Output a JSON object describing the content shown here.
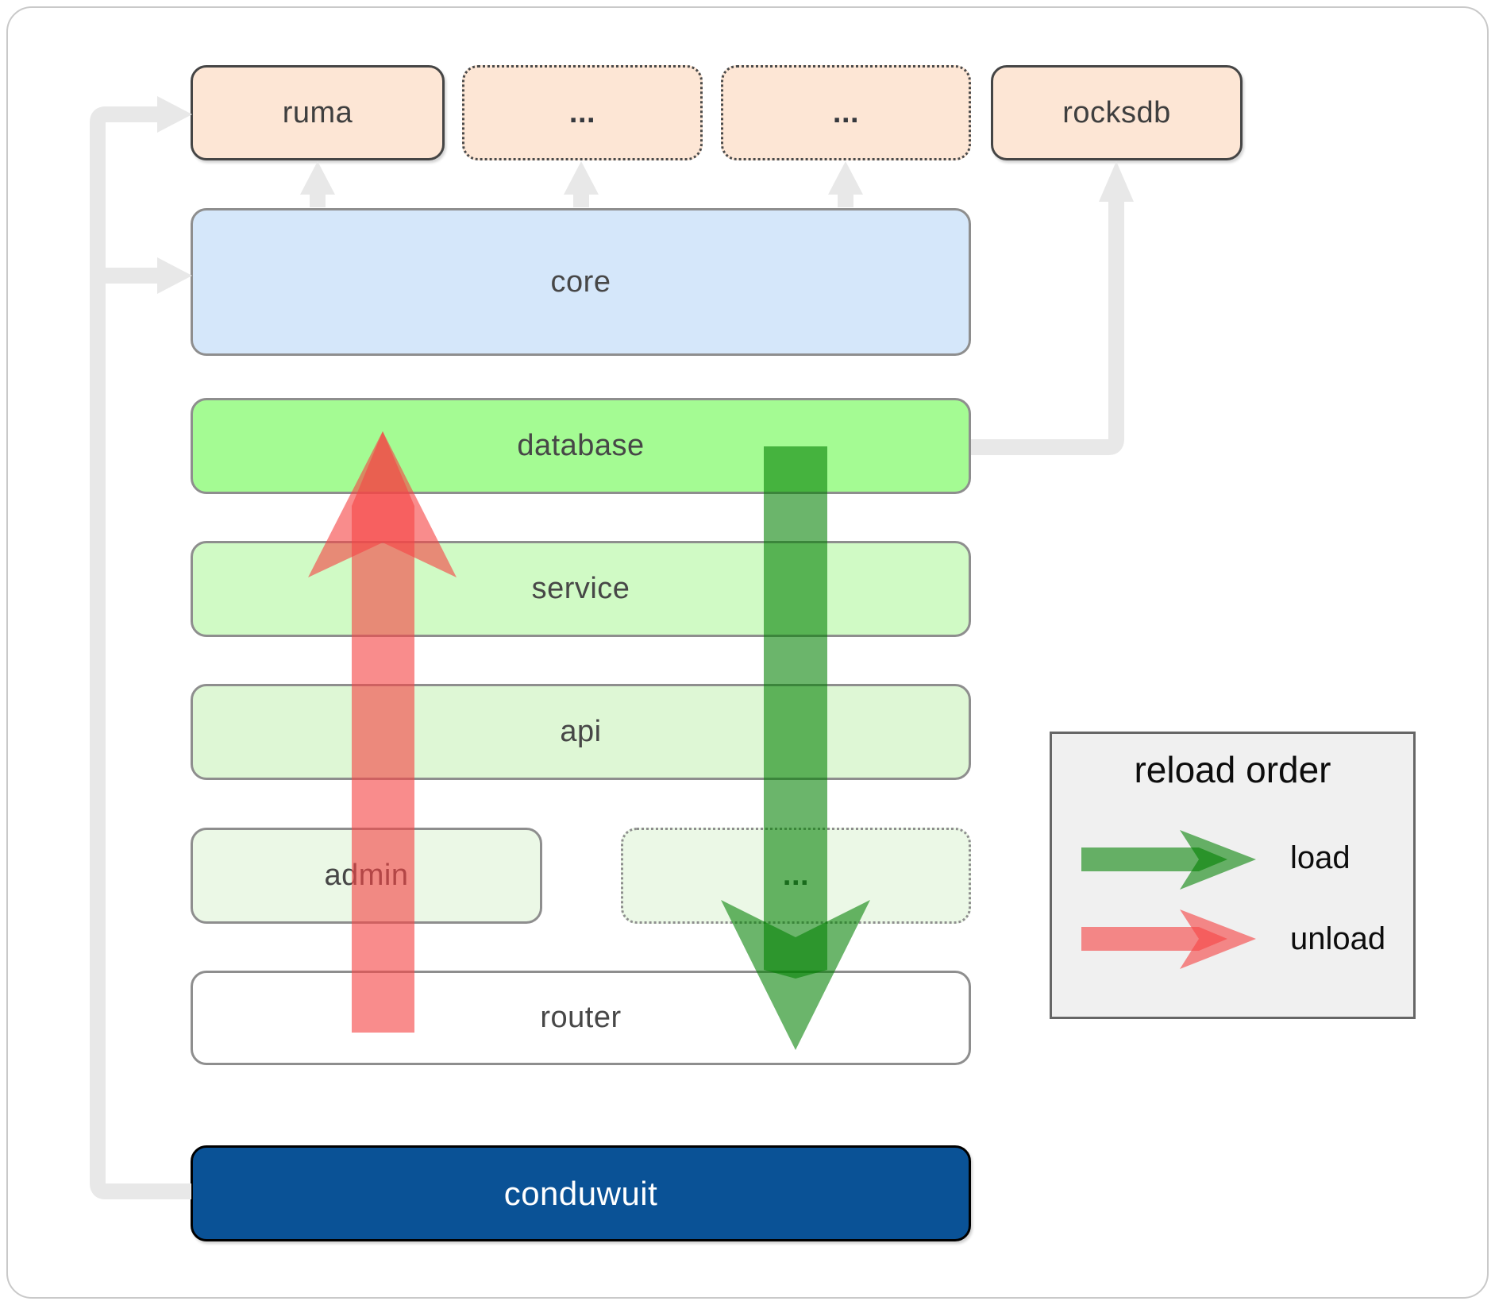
{
  "nodes": {
    "ruma": {
      "label": "ruma"
    },
    "ellipsis_a": {
      "label": "..."
    },
    "ellipsis_b": {
      "label": "..."
    },
    "rocksdb": {
      "label": "rocksdb"
    },
    "core": {
      "label": "core"
    },
    "database": {
      "label": "database"
    },
    "service": {
      "label": "service"
    },
    "api": {
      "label": "api"
    },
    "admin": {
      "label": "admin"
    },
    "ellipsis_admin": {
      "label": "..."
    },
    "router": {
      "label": "router"
    },
    "conduwuit": {
      "label": "conduwuit"
    }
  },
  "legend": {
    "title": "reload order",
    "items": [
      {
        "label": "load"
      },
      {
        "label": "unload"
      }
    ]
  },
  "colors": {
    "peach_fill": "#FDE6D5",
    "core_fill": "#D5E7FA",
    "database_fill": "#A4FB93",
    "service_fill": "#D0FAC5",
    "api_fill": "#DEF7D5",
    "admin_fill": "#EBF8E6",
    "router_fill": "#FFFFFF",
    "conduwuit_fill": "#0A5296",
    "legend_fill": "#F0F0F0",
    "load_green": "#008000",
    "unload_red": "#F64646",
    "connector_gray": "#E8E8E8"
  }
}
